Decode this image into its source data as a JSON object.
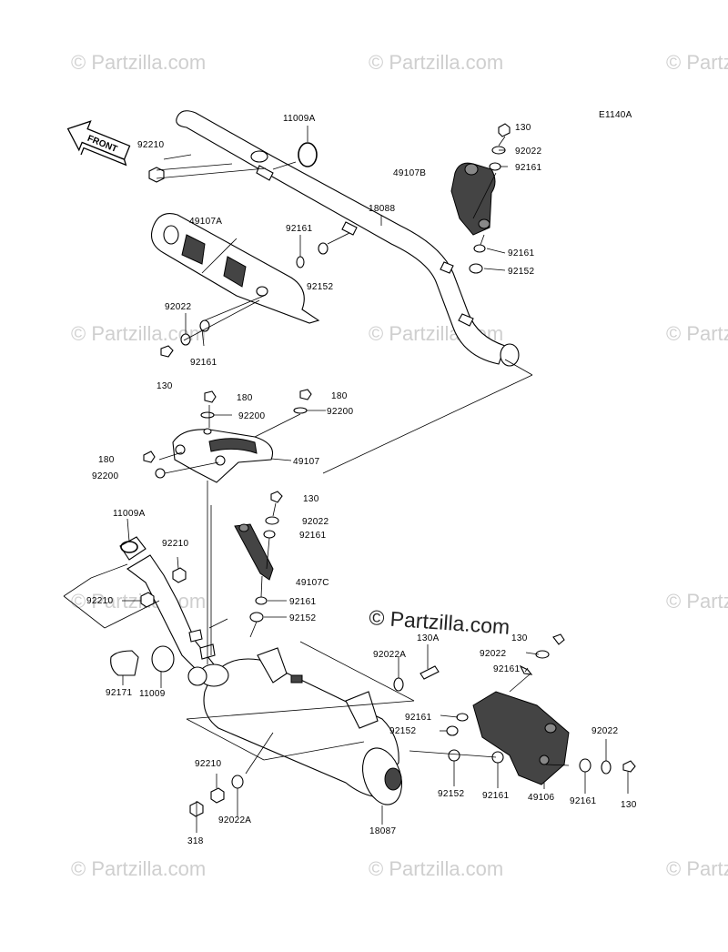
{
  "diagram_code": "E1140A",
  "front_label": "FRONT",
  "watermark": {
    "text": "© Partzilla.com",
    "brand_text": "© Partzilla.com"
  },
  "part_labels": {
    "p11009A_top": "11009A",
    "p92210_top": "92210",
    "p130_tr": "130",
    "p92022_tr": "92022",
    "p92161_tr": "92161",
    "p49107B": "49107B",
    "p18088": "18088",
    "p49107A": "49107A",
    "p92161_a": "92161",
    "p92152_a": "92152",
    "p92161_b": "92161",
    "p92152_b": "92152",
    "p92022_l": "92022",
    "p130_l": "130",
    "p92161_l": "92161",
    "p180_a": "180",
    "p92200_a": "92200",
    "p180_b": "180",
    "p92200_b": "92200",
    "p180_c": "180",
    "p92200_c": "92200",
    "p49107": "49107",
    "p130_m": "130",
    "p92022_m": "92022",
    "p92161_m": "92161",
    "p11009A_m": "11009A",
    "p92210_m": "92210",
    "p49107C": "49107C",
    "p92210_l": "92210",
    "p92161_m2": "92161",
    "p92152_m": "92152",
    "p92171": "92171",
    "p11009": "11009",
    "p130A": "130A",
    "p92022A_a": "92022A",
    "p130_r": "130",
    "p92022_r": "92022",
    "p92161_r": "92161",
    "p92161_r2": "92161",
    "p92152_r": "92152",
    "p92210_b": "92210",
    "p92022A_b": "92022A",
    "p318": "318",
    "p18087": "18087",
    "p92152_r2": "92152",
    "p92161_r3": "92161",
    "p49106": "49106",
    "p92022_r2": "92022",
    "p92161_r4": "92161",
    "p130_r2": "130"
  }
}
